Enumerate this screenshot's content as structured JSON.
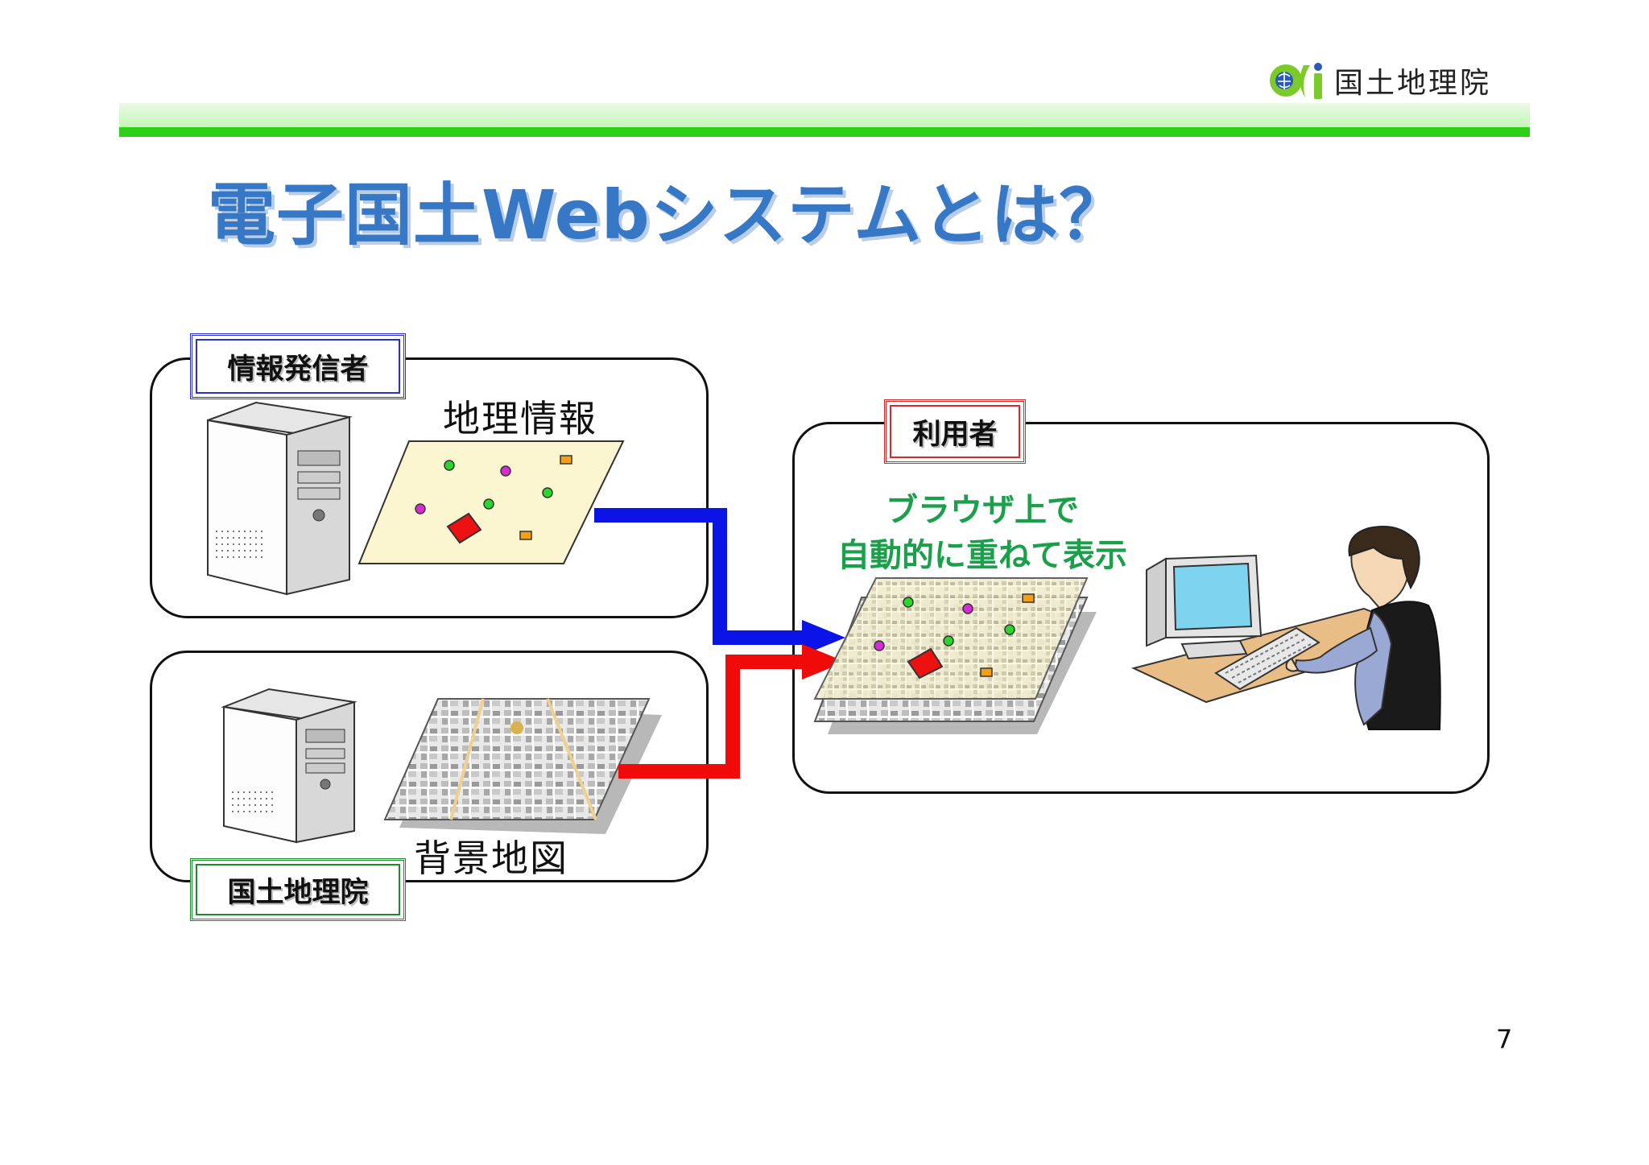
{
  "header": {
    "logo_text": "国土地理院",
    "title": "電子国土Webシステムとは？"
  },
  "sender_box": {
    "tag": "情報発信者",
    "layer_label": "地理情報"
  },
  "gsi_box": {
    "tag": "国土地理院",
    "layer_label": "背景地図"
  },
  "user_box": {
    "tag": "利用者",
    "note_line1": "ブラウザ上で",
    "note_line2": "自動的に重ねて表示"
  },
  "footer": {
    "page_number": "7"
  },
  "colors": {
    "title": "#3678c6",
    "band": "#2ecf17",
    "arrow_info": "#0a14e6",
    "arrow_map": "#f00a0a",
    "tag_sender": "#2b2fc9",
    "tag_gsi": "#1e8a2e",
    "tag_user": "#d42a2a",
    "note": "#1aa04a",
    "layer_fill": "#fbf6cf"
  },
  "icons": [
    "server-icon",
    "map-layer-icon",
    "arrow-icon",
    "computer-user-icon",
    "logo-icon"
  ]
}
